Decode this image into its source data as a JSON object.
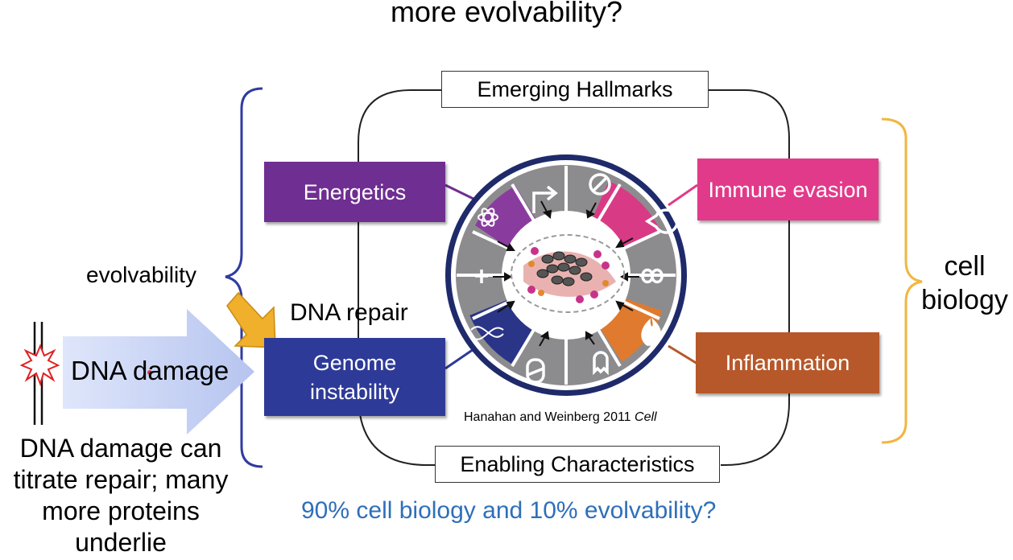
{
  "title": "more evolvability?",
  "emerging_label": "Emerging Hallmarks",
  "enabling_label": "Enabling Characteristics",
  "hallmarks": {
    "energetics": "Energetics",
    "genome": "Genome instability",
    "immune": "Immune evasion",
    "inflammation": "Inflammation"
  },
  "colors": {
    "energetics": "#6f2e91",
    "genome": "#2e3a98",
    "immune": "#e23a8a",
    "inflammation": "#b7582a",
    "evolvability_bracket": "#2f3ba0",
    "cell_bracket": "#f2b640",
    "note": "#2e6fba",
    "damage_arrow": "#bcc9f0",
    "repair_arrow": "#f0b02c"
  },
  "evolvability_label": "evolvability",
  "cell_biology_label": "cell biology",
  "dna_repair_label": "DNA repair",
  "dna_damage_label": "DNA damage",
  "damage_note": "DNA damage can titrate repair; many more proteins underlie",
  "citation_text": "Hanahan and Weinberg 2011 ",
  "citation_journal": "Cell",
  "bottom_note": "90% cell biology and 10% evolvability?",
  "icons": [
    "growth-arrow-icon",
    "no-entry-icon",
    "immune-pacman-icon",
    "infinity-icon",
    "flame-icon",
    "metastasis-ghost-icon",
    "cell-icon",
    "vessel-icon",
    "dna-helix-icon",
    "tombstone-plus-icon",
    "atom-icon"
  ]
}
